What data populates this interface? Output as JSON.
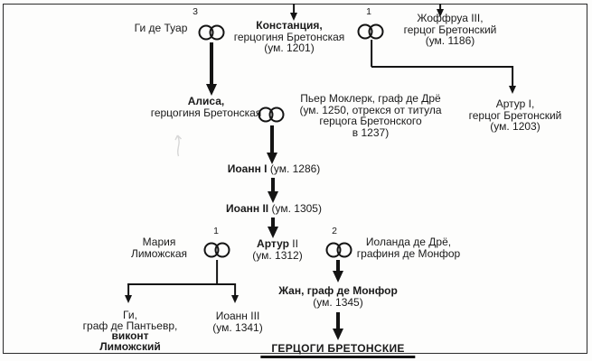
{
  "diagram": {
    "footer": "ГЕРЦОГИ БРЕТОНСКИЕ",
    "numbers": {
      "thouars": "3",
      "plantagenet": "1",
      "limoges": "1",
      "dreux": "2"
    },
    "persons": {
      "guy_thouars": {
        "name": "Ги де Туар"
      },
      "constance": {
        "name": "Констанция,",
        "title": "герцогиня Бретонская",
        "death": "(ум. 1201)"
      },
      "geoffrey": {
        "name": "Жоффруа III,",
        "title": "герцог Бретонский",
        "death": "(ум. 1186)"
      },
      "alice": {
        "name": "Алиса,",
        "title": "герцогиня Бретонская"
      },
      "pierre": {
        "l1": "Пьер Моклерк, граф де Дрё",
        "l2": "(ум. 1250, отрекся от титула",
        "l3": "герцога Бретонского",
        "l4": "в 1237)"
      },
      "arthur1": {
        "name": "Артур I,",
        "title": "герцог Бретонский",
        "death": "(ум. 1203)"
      },
      "john1": {
        "name": "Иоанн I",
        "death": "(ум. 1286)"
      },
      "john2": {
        "name": "Иоанн II",
        "death": "(ум. 1305)"
      },
      "maria": {
        "l1": "Мария",
        "l2": "Лиможская"
      },
      "arthur2": {
        "name": "Артур",
        "numeral": "II",
        "death": "(ум. 1312)"
      },
      "yolande": {
        "l1": "Иоланда де Дрё,",
        "l2": "графиня де Монфор"
      },
      "jean_montfort": {
        "name": "Жан, граф де Монфор",
        "death": "(ум. 1345)"
      },
      "guy_penthievre": {
        "l1": "Ги,",
        "l2": "граф де Пантьевр,",
        "l3": "виконт",
        "l4": "Лиможский"
      },
      "john3": {
        "name": "Иоанн III",
        "death": "(ум. 1341)"
      }
    }
  }
}
